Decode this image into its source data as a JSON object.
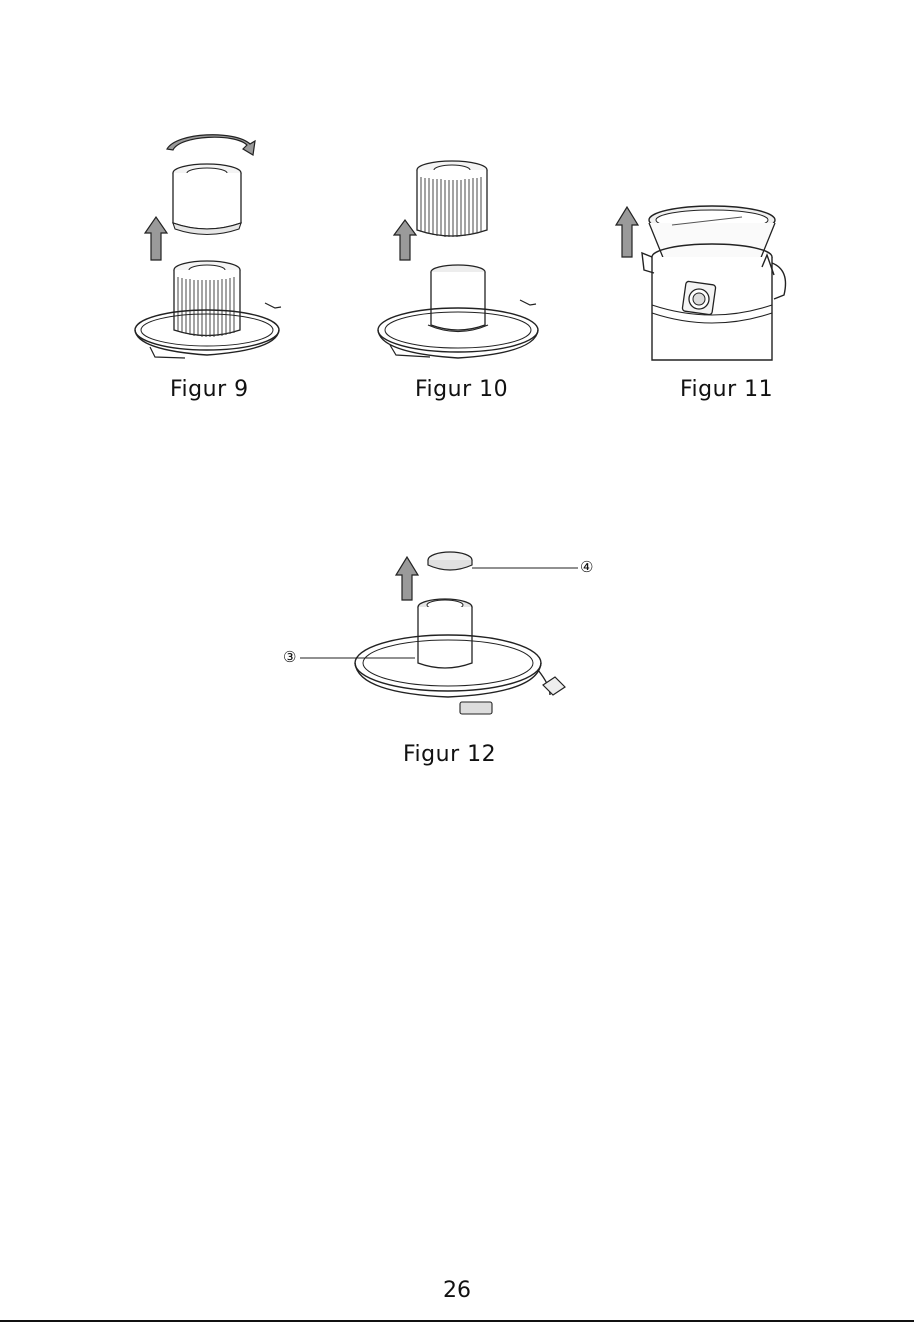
{
  "figures": [
    {
      "caption": "Figur 9"
    },
    {
      "caption": "Figur 10"
    },
    {
      "caption": "Figur 11"
    },
    {
      "caption": "Figur 12"
    }
  ],
  "callouts": {
    "filter_part": "③",
    "cap_part": "④"
  },
  "page_number": "26"
}
